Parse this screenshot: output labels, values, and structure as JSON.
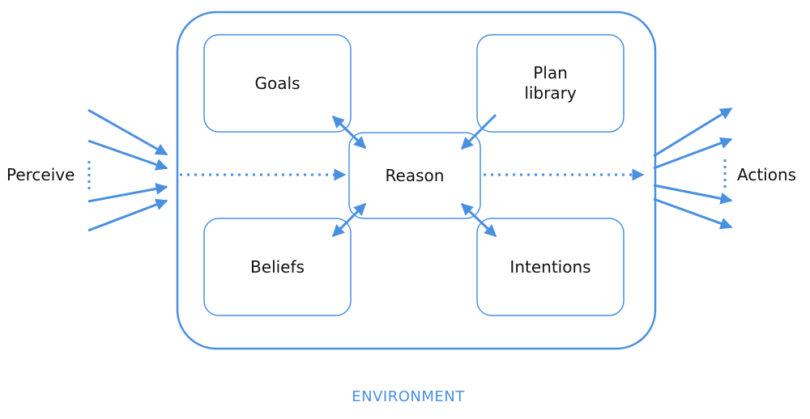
{
  "colors": {
    "accent": "#4a90e2",
    "text": "#111111",
    "background": "#ffffff"
  },
  "nodes": {
    "goals": "Goals",
    "plan_library": "Plan\nlibrary",
    "reason": "Reason",
    "beliefs": "Beliefs",
    "intentions": "Intentions"
  },
  "inputs_label": "Perceive",
  "outputs_label": "Actions",
  "environment_label": "ENVIRONMENT",
  "connections": [
    {
      "from": "goals",
      "to": "reason",
      "direction": "bidirectional"
    },
    {
      "from": "plan_library",
      "to": "reason",
      "direction": "one-way"
    },
    {
      "from": "beliefs",
      "to": "reason",
      "direction": "bidirectional"
    },
    {
      "from": "intentions",
      "to": "reason",
      "direction": "bidirectional"
    },
    {
      "from": "perceive",
      "to": "reason",
      "direction": "one-way",
      "style": "dotted"
    },
    {
      "from": "reason",
      "to": "actions",
      "direction": "one-way",
      "style": "dotted"
    }
  ]
}
